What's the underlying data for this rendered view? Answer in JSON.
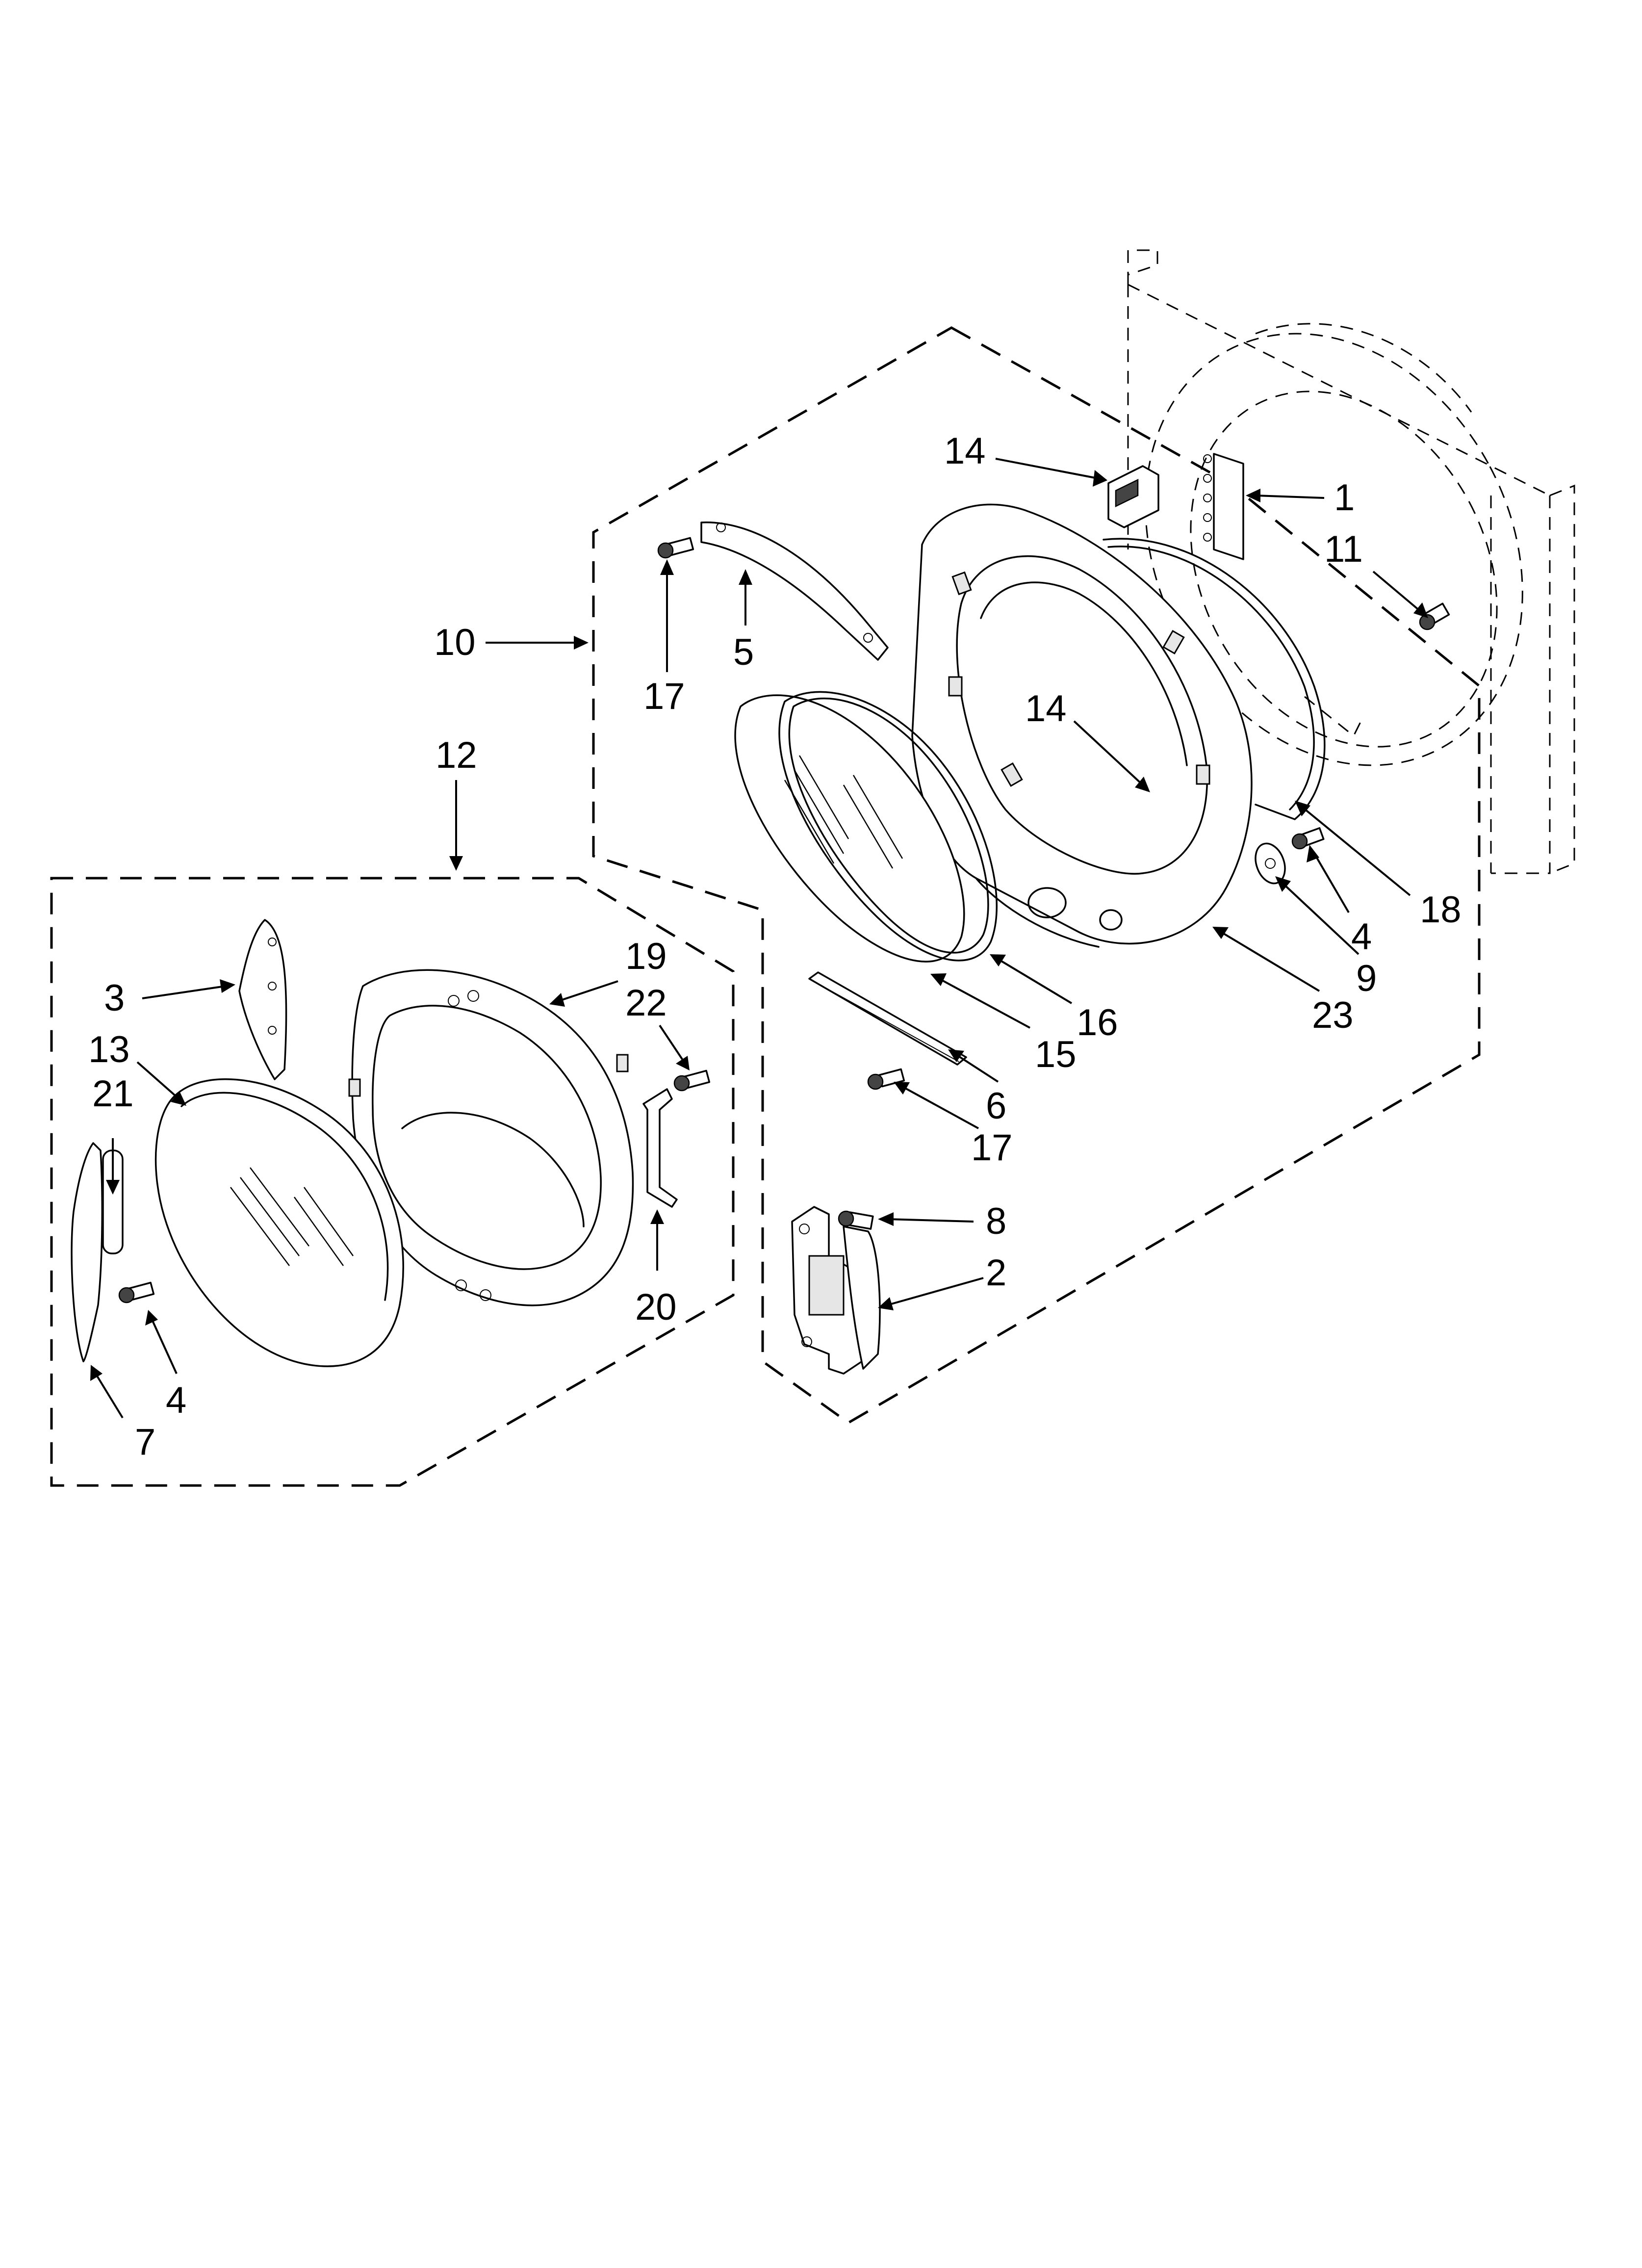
{
  "diagram": {
    "callouts": [
      {
        "id": "c14a",
        "label": "14"
      },
      {
        "id": "c1",
        "label": "1"
      },
      {
        "id": "c11",
        "label": "11"
      },
      {
        "id": "c17a",
        "label": "17"
      },
      {
        "id": "c5",
        "label": "5"
      },
      {
        "id": "c10",
        "label": "10"
      },
      {
        "id": "c14b",
        "label": "14"
      },
      {
        "id": "c18",
        "label": "18"
      },
      {
        "id": "c4a",
        "label": "4"
      },
      {
        "id": "c9",
        "label": "9"
      },
      {
        "id": "c23",
        "label": "23"
      },
      {
        "id": "c16",
        "label": "16"
      },
      {
        "id": "c15",
        "label": "15"
      },
      {
        "id": "c6",
        "label": "6"
      },
      {
        "id": "c17b",
        "label": "17"
      },
      {
        "id": "c8",
        "label": "8"
      },
      {
        "id": "c2",
        "label": "2"
      },
      {
        "id": "c12",
        "label": "12"
      },
      {
        "id": "c19",
        "label": "19"
      },
      {
        "id": "c22",
        "label": "22"
      },
      {
        "id": "c3",
        "label": "3"
      },
      {
        "id": "c13",
        "label": "13"
      },
      {
        "id": "c21",
        "label": "21"
      },
      {
        "id": "c20",
        "label": "20"
      },
      {
        "id": "c4b",
        "label": "4"
      },
      {
        "id": "c7",
        "label": "7"
      }
    ]
  }
}
